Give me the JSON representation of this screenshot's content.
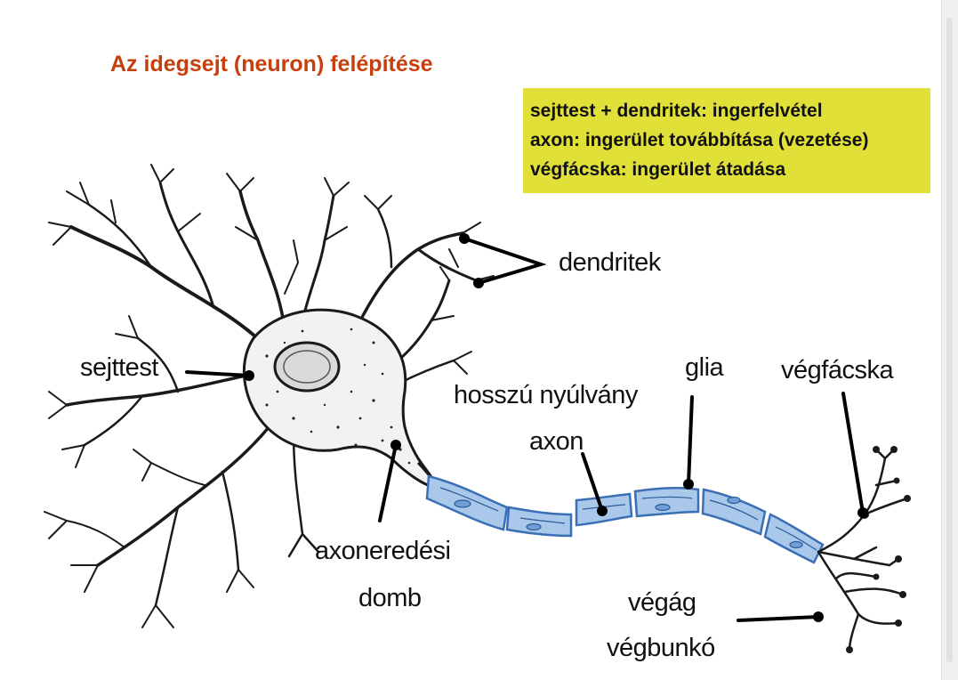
{
  "title": "Az idegsejt (neuron) felépítése",
  "summary": {
    "lines": [
      "sejttest + dendritek: ingerfelvétel",
      "axon: ingerület továbbítása (vezetése)",
      "végfácska: ingerület átadása"
    ],
    "background_color": "#e1e039"
  },
  "labels": {
    "dendritek": "dendritek",
    "sejttest": "sejttest",
    "hosszu_nyulvany": "hosszú nyúlvány",
    "axon": "axon",
    "glia": "glia",
    "vegfacska": "végfácska",
    "axoneredesi": "axoneredési",
    "domb": "domb",
    "vegag": "végág",
    "vegbunko": "végbunkó"
  },
  "colors": {
    "title": "#c5400e",
    "myelin": "#a9c8ea",
    "myelin_outline": "#3a6fb5",
    "cell_body": "#f2f2f2",
    "ink": "#111111"
  }
}
